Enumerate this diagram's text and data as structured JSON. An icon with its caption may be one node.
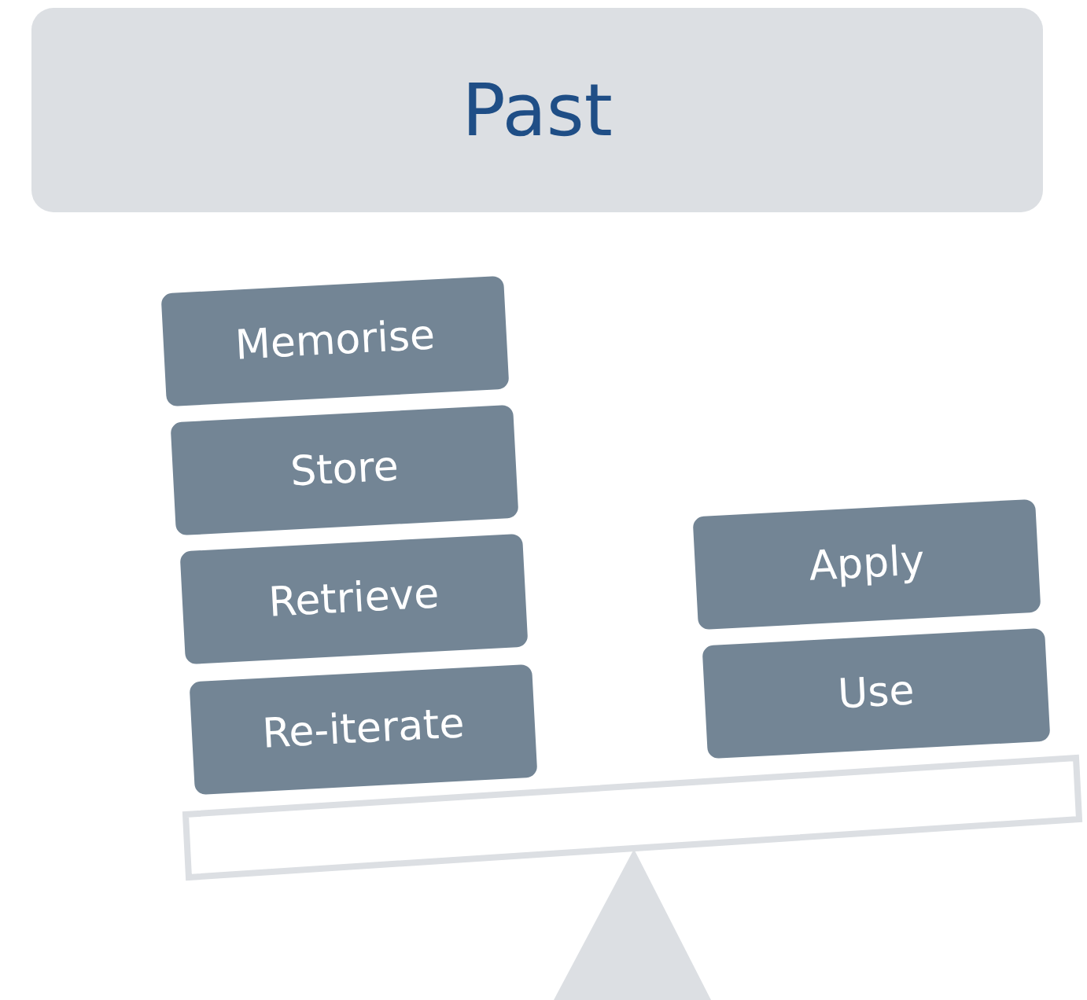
{
  "diagram": {
    "nodes": [
      {
        "text": [
          "Past"
        ]
      },
      {
        "text": [
          "Memorise"
        ]
      },
      {
        "text": [
          "Store"
        ]
      },
      {
        "text": [
          "Retrieve"
        ]
      },
      {
        "text": [
          "Re-iterate"
        ]
      },
      {
        "text": [
          "Apply"
        ]
      },
      {
        "text": [
          "Use"
        ]
      }
    ],
    "edges": []
  }
}
